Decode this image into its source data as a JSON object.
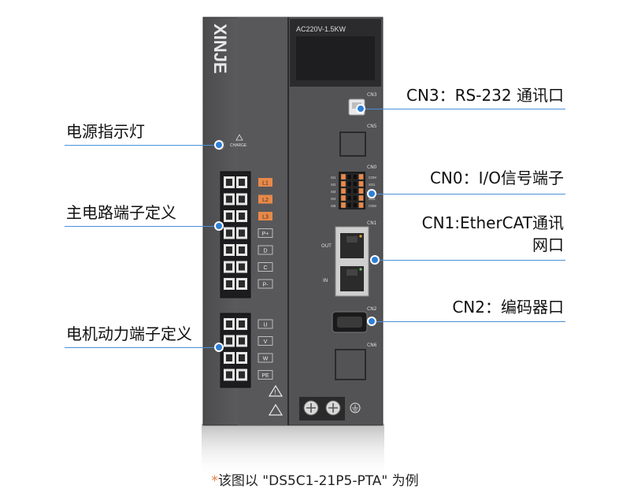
{
  "device": {
    "brand": "XINJE",
    "model_label": "AC220V-1.5KW",
    "charge_label": "CHARGE",
    "port_labels": {
      "cn3": "CN3",
      "cn5": "CN5",
      "cn0": "CN0",
      "cn1": "CN1",
      "out": "OUT",
      "in": "IN",
      "cn2": "CN2",
      "cn6": "CN6"
    },
    "cn0_pin_labels": [
      "SI1",
      "SI2",
      "SI3",
      "SI4",
      "SI5",
      "COM",
      "SO1",
      "SO2",
      "SO3",
      "COM"
    ],
    "main_terminals": [
      "L1",
      "L2",
      "L3",
      "P+",
      "D",
      "C",
      "P-"
    ],
    "motor_terminals": [
      "U",
      "V",
      "W",
      "PE"
    ]
  },
  "callouts": {
    "charge_lamp": "电源指示灯",
    "main_terminal": "主电路端子定义",
    "motor_terminal": "电机动力端子定义",
    "cn3": "CN3：RS-232 通讯口",
    "cn0": "CN0：I/O信号端子",
    "cn1_line1": "CN1:EtherCAT通讯",
    "cn1_line2": "网口",
    "cn2": "CN2：编码器口"
  },
  "caption": {
    "star": "*",
    "text": "该图以 \"DS5C1-21P5-PTA\" 为例"
  },
  "colors": {
    "body": "#5a5a5c",
    "body_dark": "#3e3e40",
    "accent_orange": "#e8894a",
    "leader_blue": "#2f7fd6"
  }
}
